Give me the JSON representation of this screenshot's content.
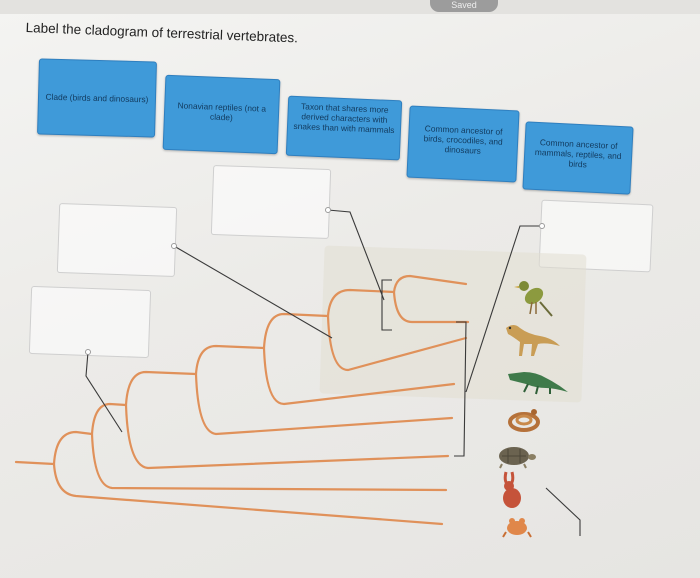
{
  "window": {
    "save_label": "Saved"
  },
  "question": {
    "prompt": "Label the cladogram of terrestrial vertebrates."
  },
  "labels": [
    {
      "text": "Clade (birds and dinosaurs)"
    },
    {
      "text": "Nonavian reptiles (not a clade)"
    },
    {
      "text": "Taxon that shares more derived characters with snakes than with mammals"
    },
    {
      "text": "Common ancestor of birds, crocodiles, and dinosaurs"
    },
    {
      "text": "Common ancestor of mammals, reptiles, and birds"
    }
  ],
  "taxa": [
    {
      "icon": "bird-icon"
    },
    {
      "icon": "dinosaur-icon"
    },
    {
      "icon": "crocodile-icon"
    },
    {
      "icon": "snake-icon"
    },
    {
      "icon": "turtle-icon"
    },
    {
      "icon": "rabbit-icon"
    },
    {
      "icon": "frog-icon"
    }
  ],
  "colors": {
    "tile": "#3f9ad9",
    "branch": "#e0915a",
    "leader": "#3a3a3a"
  }
}
